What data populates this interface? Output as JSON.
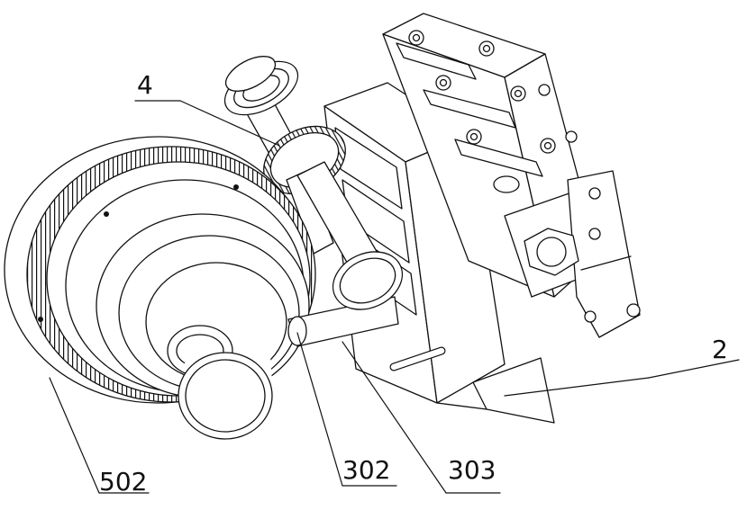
{
  "callouts": [
    {
      "id": "4",
      "label": "4"
    },
    {
      "id": "2",
      "label": "2"
    },
    {
      "id": "502",
      "label": "502"
    },
    {
      "id": "302",
      "label": "302"
    },
    {
      "id": "303",
      "label": "303"
    }
  ],
  "colors": {
    "ink": "#111111",
    "paper": "#ffffff"
  }
}
